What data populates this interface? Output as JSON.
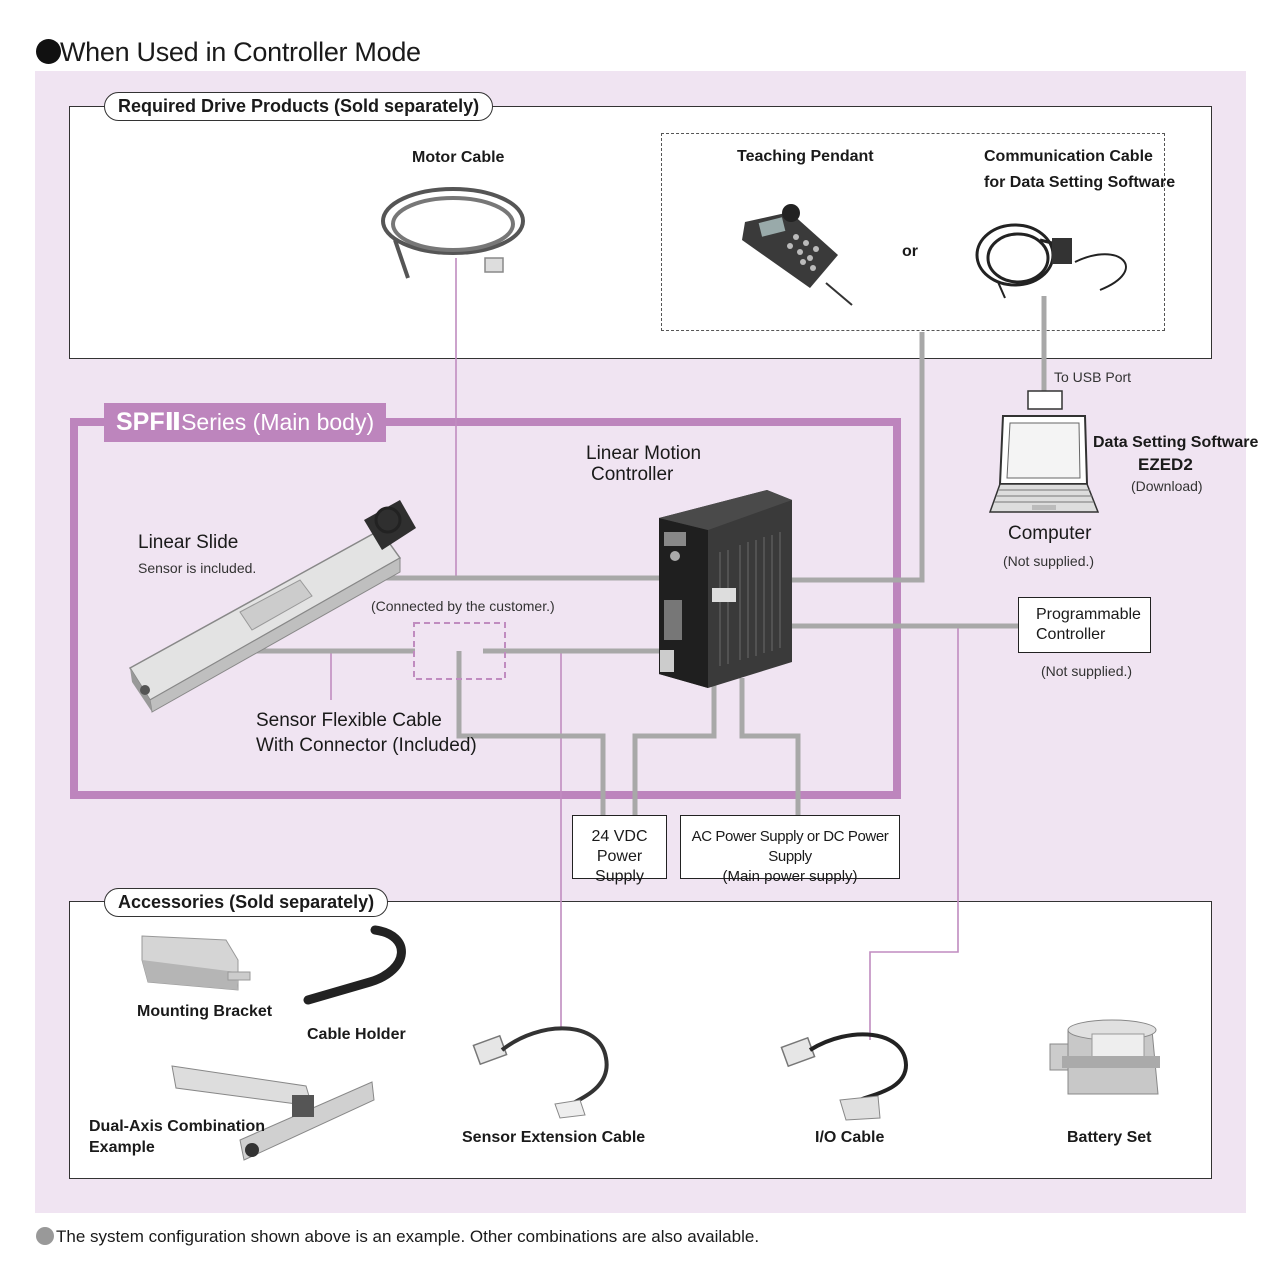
{
  "page_title": "When Used in Controller Mode",
  "required": {
    "label": "Required Drive Products (Sold separately)",
    "motor_cable": "Motor Cable",
    "teaching_pendant": "Teaching Pendant",
    "or": "or",
    "comm_cable_line1": "Communication Cable",
    "comm_cable_line2": "for Data Setting Software"
  },
  "computer": {
    "usb_port": "To USB Port",
    "software_label": "Data Setting Software",
    "software_name": "EZED2",
    "download": "(Download)",
    "label": "Computer",
    "not_supplied": "(Not supplied.)"
  },
  "main_body": {
    "brand": "SPFⅡ",
    "label": "Series (Main body)",
    "linear_slide": "Linear Slide",
    "sensor_included": "Sensor is included.",
    "controller_line1": "Linear Motion",
    "controller_line2": "Controller",
    "connected_by_customer": "(Connected by the customer.)",
    "sensor_cable_line1": "Sensor Flexible Cable",
    "sensor_cable_line2": "With Connector (Included)"
  },
  "plc": {
    "line1": "Programmable",
    "line2": "Controller",
    "not_supplied": "(Not supplied.)"
  },
  "power": {
    "dc24_line1": "24 VDC",
    "dc24_line2": "Power Supply",
    "ac_line1": "AC Power Supply or DC Power Supply",
    "ac_line2": "(Main power supply)"
  },
  "accessories": {
    "label": "Accessories (Sold separately)",
    "mounting_bracket": "Mounting Bracket",
    "cable_holder": "Cable Holder",
    "dual_axis_line1": "Dual-Axis Combination",
    "dual_axis_line2": "Example",
    "sensor_ext_cable": "Sensor Extension Cable",
    "io_cable": "I/O Cable",
    "battery_set": "Battery Set"
  },
  "footer": "The system configuration shown above is an example. Other combinations are also available.",
  "colors": {
    "background_panel": "#f0e4f2",
    "main_body_accent": "#bd85bd",
    "connection_gray": "#a8a8a8",
    "connection_purple": "#c08cc0"
  }
}
